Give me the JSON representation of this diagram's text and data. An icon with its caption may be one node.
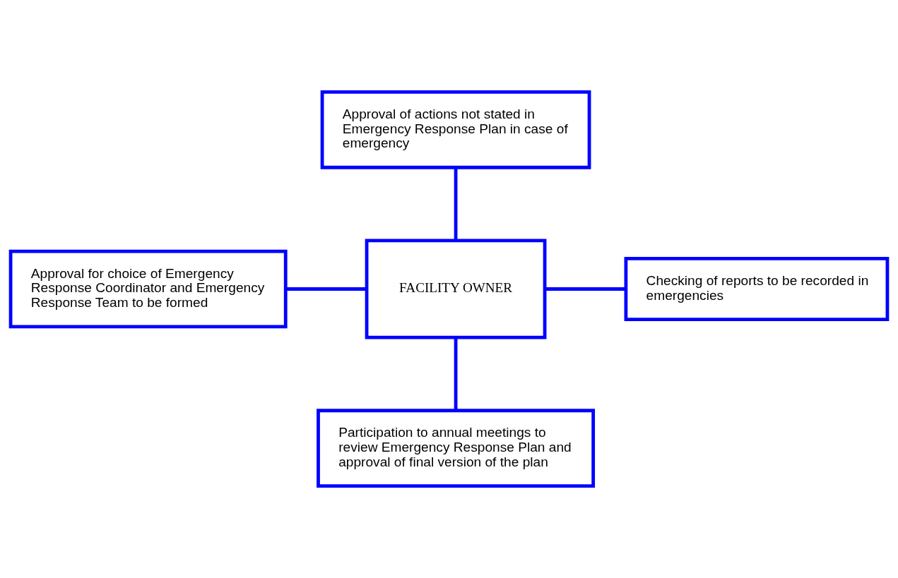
{
  "diagram": {
    "nodes": [
      {
        "text": [
          "Approval of actions not stated in Emergency Response Plan in case of emergency"
        ]
      },
      {
        "text": [
          "Approval for choice of Emergency Response Coordinator and Emergency Response Team to be formed"
        ]
      },
      {
        "text": [
          "FACILITY OWNER"
        ]
      },
      {
        "text": [
          "Checking of reports to be recorded in emergencies"
        ]
      },
      {
        "text": [
          "Participation to annual meetings to review Emergency Response Plan and approval of final version of the plan"
        ]
      }
    ],
    "edges": [
      {
        "from": 0,
        "to": 2,
        "arrow": "none"
      },
      {
        "from": 1,
        "to": 2,
        "arrow": "none"
      },
      {
        "from": 3,
        "to": 2,
        "arrow": "none"
      },
      {
        "from": 4,
        "to": 2,
        "arrow": "none"
      }
    ]
  }
}
